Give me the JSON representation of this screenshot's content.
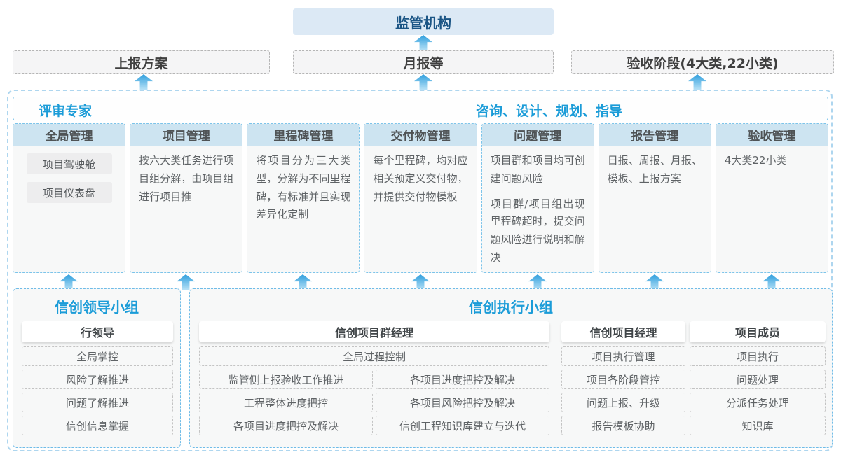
{
  "colors": {
    "accent_blue": "#1b9cd8",
    "dark_blue_text": "#1b5585",
    "regulator_bg": "#dce9f5",
    "column_header_bg": "#cde4f1",
    "dashed_blue_border": "#7cc4ea",
    "arrow_blue": "#2e9edd",
    "panel_bg": "#f7f8f8"
  },
  "top": {
    "regulator": "监管机构",
    "row2": {
      "report_plan": "上报方案",
      "monthly_report": "月报等",
      "acceptance_stage": "验收阶段(4大类,22小类)"
    }
  },
  "middle": {
    "left_label": "评审专家",
    "right_label": "咨询、设计、规划、指导",
    "columns": [
      {
        "header": "全局管理",
        "pills": [
          "项目驾驶舱",
          "项目仪表盘"
        ]
      },
      {
        "header": "项目管理",
        "paragraphs": [
          "按六大类任务进行项目组分解，由项目组进行项目推"
        ]
      },
      {
        "header": "里程碑管理",
        "paragraphs": [
          "将项目分为三大类型，分解为不同里程碑，有标准并且实现差异化定制"
        ]
      },
      {
        "header": "交付物管理",
        "paragraphs": [
          "每个里程碑，均对应相关预定义交付物，并提供交付物模板"
        ]
      },
      {
        "header": "问题管理",
        "paragraphs": [
          "项目群和项目均可创建问题风险",
          "项目群/项目组出现里程碑超时，提交问题风险进行说明和解决"
        ]
      },
      {
        "header": "报告管理",
        "paragraphs": [
          "日报、周报、月报、模板、上报方案"
        ]
      },
      {
        "header": "验收管理",
        "paragraphs": [
          "4大类22小类"
        ]
      }
    ]
  },
  "bottom": {
    "leader_group": {
      "title": "信创领导小组",
      "role": "行领导",
      "items": [
        "全局掌控",
        "风险了解推进",
        "问题了解推进",
        "信创信息掌握"
      ]
    },
    "exec_group": {
      "title": "信创执行小组",
      "program_manager": {
        "role": "信创项目群经理",
        "full_item": "全局过程控制",
        "left_items": [
          "监管侧上报验收工作推进",
          "工程整体进度把控",
          "各项目进度把控及解决"
        ],
        "right_items": [
          "各项目进度把控及解决",
          "各项目风险把控及解决",
          "信创工程知识库建立与迭代"
        ]
      },
      "project_manager": {
        "role": "信创项目经理",
        "items": [
          "项目执行管理",
          "项目各阶段管控",
          "问题上报、升级",
          "报告模板协助"
        ]
      },
      "member": {
        "role": "项目成员",
        "items": [
          "项目执行",
          "问题处理",
          "分派任务处理",
          "知识库"
        ]
      }
    }
  }
}
